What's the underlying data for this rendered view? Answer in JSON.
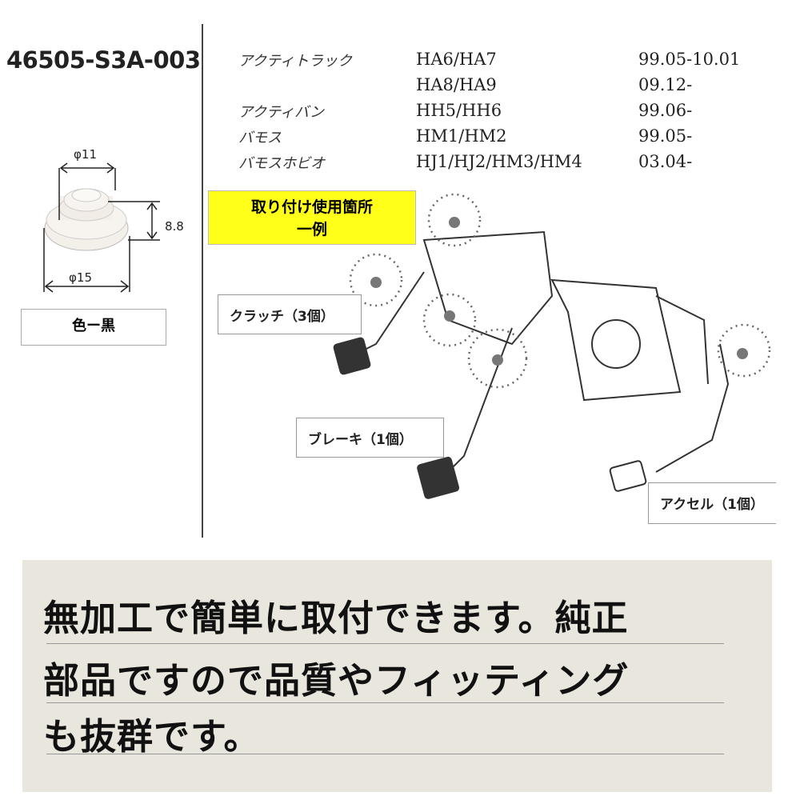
{
  "part_number": "46505-S3A-003",
  "dimensions": {
    "top_diameter": "φ11",
    "height": "8.8",
    "bottom_diameter": "φ15"
  },
  "color_label": "色ー黒",
  "applications": [
    {
      "model": "アクティトラック",
      "code": "HA6/HA7",
      "years": "99.05-10.01"
    },
    {
      "model": "",
      "code": "HA8/HA9",
      "years": "09.12-"
    },
    {
      "model": "アクティバン",
      "code": "HH5/HH6",
      "years": "99.06-"
    },
    {
      "model": "バモス",
      "code": "HM1/HM2",
      "years": "99.05-"
    },
    {
      "model": "バモスホビオ",
      "code": "HJ1/HJ2/HM3/HM4",
      "years": "03.04-"
    }
  ],
  "install_title": {
    "line1": "取り付け使用箇所",
    "line2": "一例"
  },
  "labels": {
    "clutch": "クラッチ（3個）",
    "brake": "ブレーキ（1個）",
    "accel": "アクセル（1個）"
  },
  "description": [
    "無加工で簡単に取付できます。純正",
    "部品ですので品質やフィッティング",
    "も抜群です。"
  ]
}
